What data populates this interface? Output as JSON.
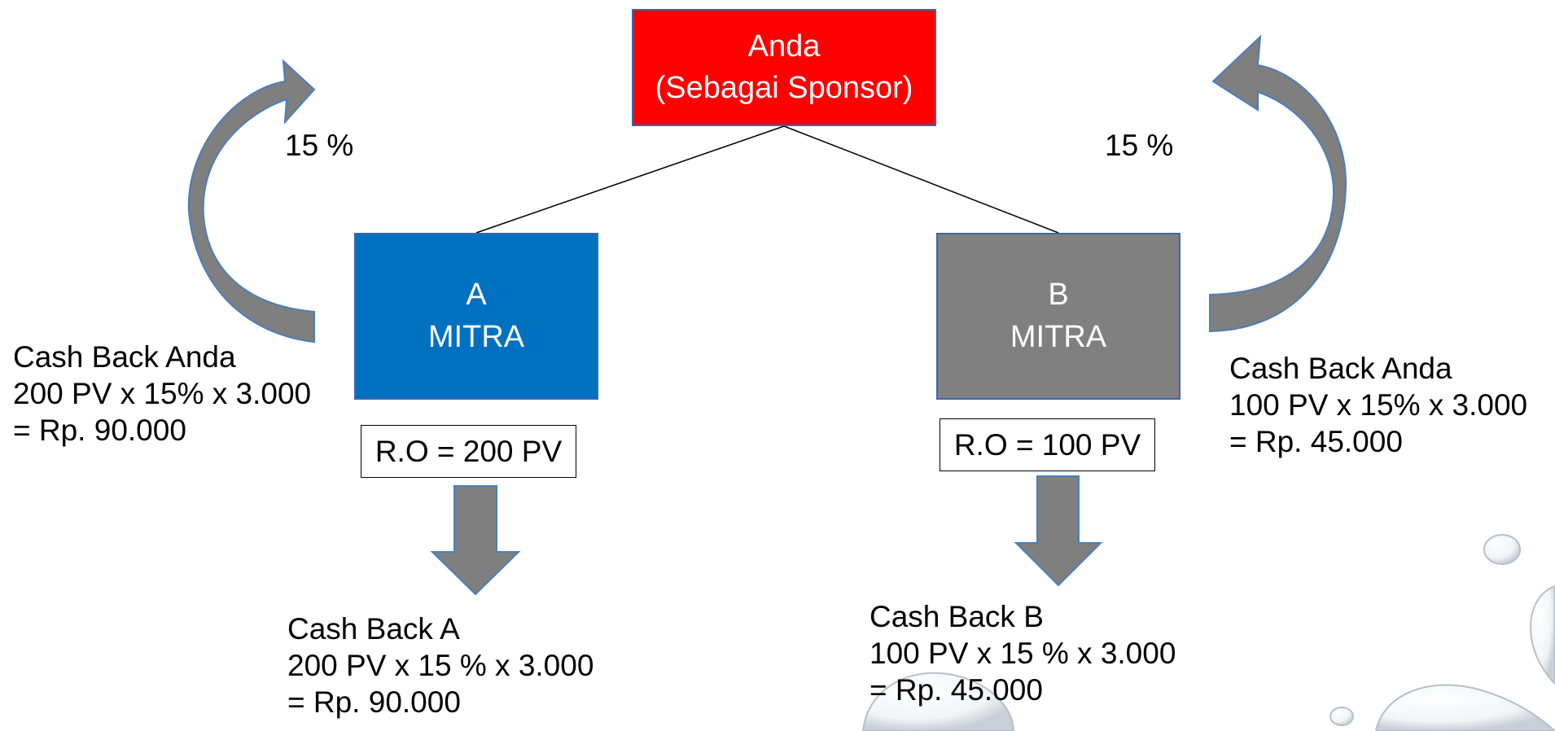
{
  "sponsor": {
    "line1": "Anda",
    "line2": "(Sebagai Sponsor)"
  },
  "partner_a": {
    "line1": "A",
    "line2": "MITRA",
    "ro": "R.O = 200 PV",
    "percent": "15 %"
  },
  "partner_b": {
    "line1": "B",
    "line2": "MITRA",
    "ro": "R.O = 100 PV",
    "percent": "15 %"
  },
  "cashback_anda_left": {
    "line1": "Cash Back Anda",
    "line2": "200 PV x 15% x  3.000",
    "line3": "= Rp. 90.000"
  },
  "cashback_anda_right": {
    "line1": "Cash Back Anda",
    "line2": "100 PV x 15% x 3.000",
    "line3": "= Rp. 45.000"
  },
  "cashback_a": {
    "line1": "Cash Back A",
    "line2": "200 PV x 15 % x 3.000",
    "line3": "= Rp. 90.000"
  },
  "cashback_b": {
    "line1": "Cash Back B",
    "line2": "100 PV x 15 % x 3.000",
    "line3": "= Rp. 45.000"
  },
  "colors": {
    "sponsor": "#ff0000",
    "partner_a": "#0070c0",
    "partner_b": "#808080",
    "arrow": "#7f7f7f",
    "arrow_outline": "#4a7ebb"
  }
}
